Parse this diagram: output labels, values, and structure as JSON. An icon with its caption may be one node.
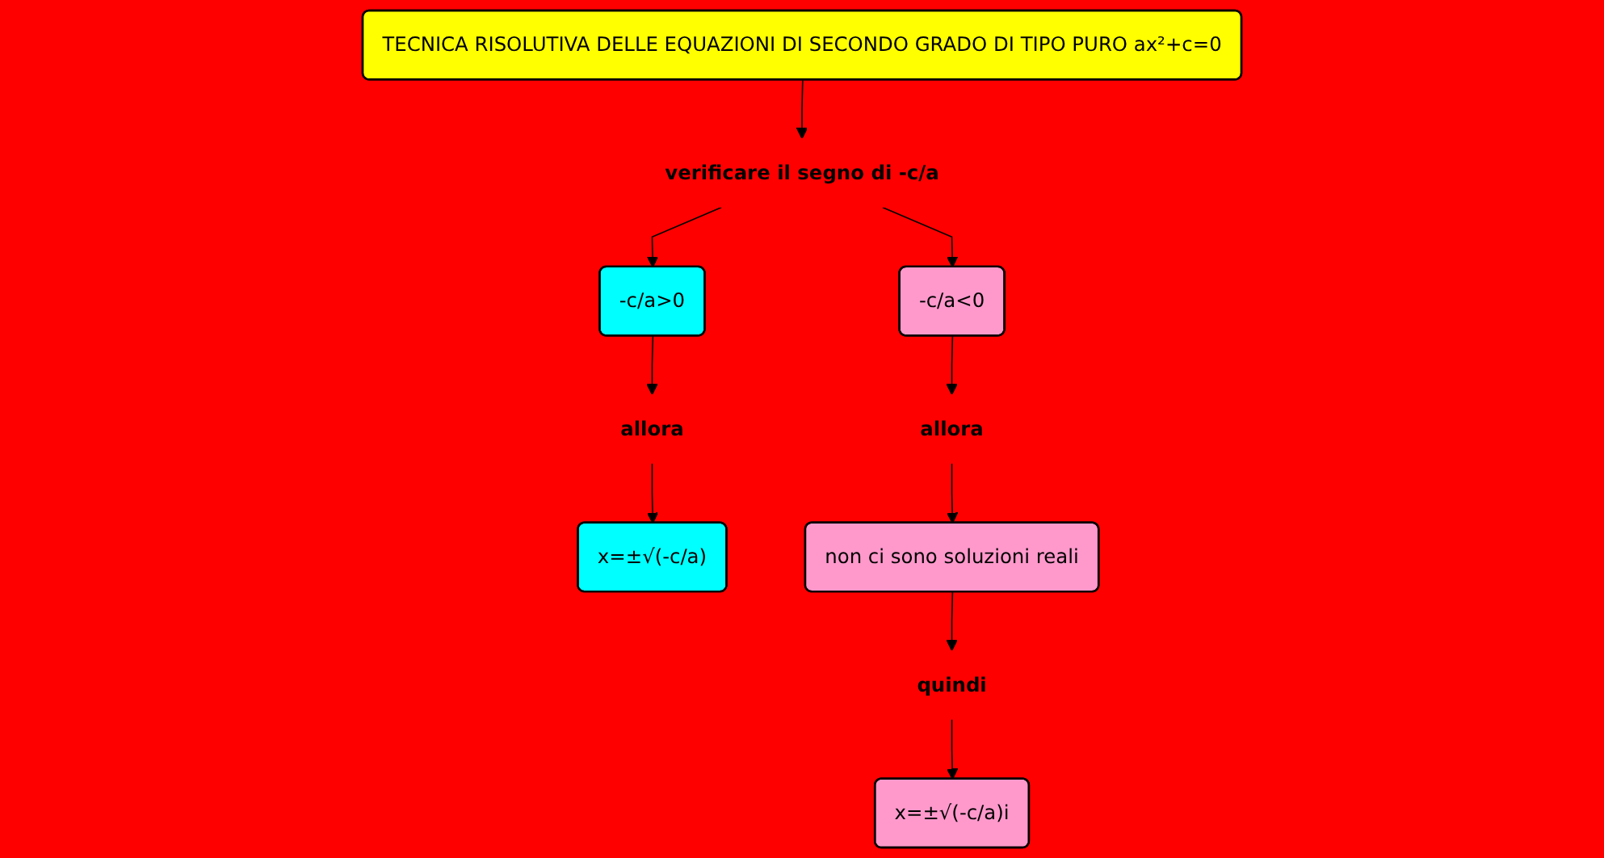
{
  "diagram": {
    "nodes": [
      {
        "text": [
          "TECNICA RISOLUTIVA DELLE EQUAZIONI DI SECONDO GRADO DI TIPO PURO ax²+c=0"
        ]
      },
      {
        "text": [
          "verificare il segno di -c/a"
        ]
      },
      {
        "text": [
          "-c/a>0"
        ]
      },
      {
        "text": [
          "-c/a<0"
        ]
      },
      {
        "text": [
          "allora"
        ]
      },
      {
        "text": [
          "allora"
        ]
      },
      {
        "text": [
          "x=±√(-c/a)"
        ]
      },
      {
        "text": [
          "non ci sono soluzioni reali"
        ]
      },
      {
        "text": [
          "quindi"
        ]
      },
      {
        "text": [
          "x=±√(-c/a)i"
        ]
      }
    ],
    "edges": [
      {
        "from": 0,
        "to": 1,
        "arrow": "to"
      },
      {
        "from": 1,
        "to": 2,
        "arrow": "to"
      },
      {
        "from": 1,
        "to": 3,
        "arrow": "to"
      },
      {
        "from": 2,
        "to": 4,
        "arrow": "to"
      },
      {
        "from": 3,
        "to": 5,
        "arrow": "to"
      },
      {
        "from": 4,
        "to": 6,
        "arrow": "to"
      },
      {
        "from": 5,
        "to": 7,
        "arrow": "to"
      },
      {
        "from": 7,
        "to": 8,
        "arrow": "to"
      },
      {
        "from": 8,
        "to": 9,
        "arrow": "to"
      }
    ]
  }
}
